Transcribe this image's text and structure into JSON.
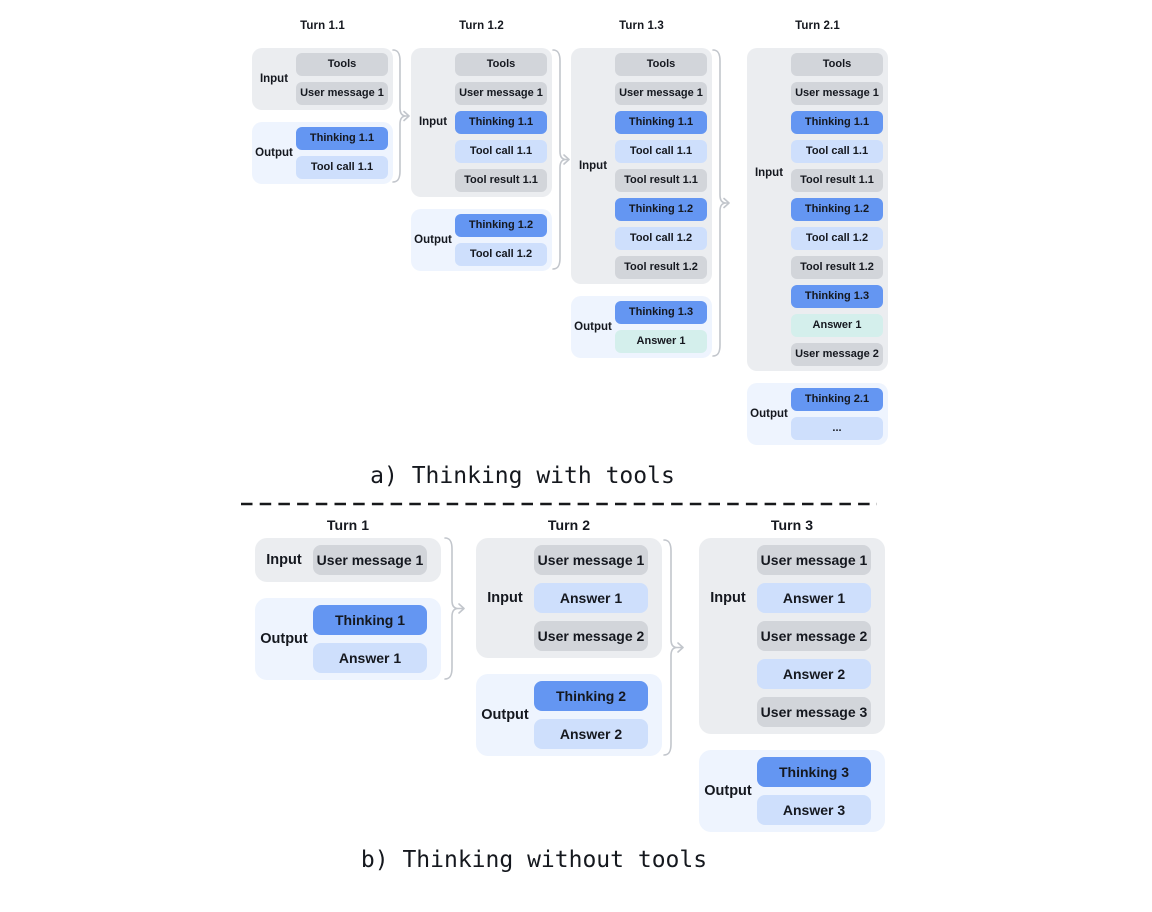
{
  "labels": {
    "input": "Input",
    "output": "Output"
  },
  "palette": {
    "input_container": "#EBEDF0",
    "output_container": "#EEF4FE",
    "gray": "#D2D5DA",
    "blue": "#6496F2",
    "lightblue": "#CEDFFC",
    "mint": "#D4EFEC",
    "text": "#15181F",
    "connector": "#C2C6CC",
    "divider": "#17181A"
  },
  "section_a": {
    "caption": "a) Thinking with tools",
    "turns": [
      {
        "title": "Turn 1.1",
        "input": [
          {
            "t": "Tools",
            "c": "gray"
          },
          {
            "t": "User message 1",
            "c": "gray"
          }
        ],
        "output": [
          {
            "t": "Thinking 1.1",
            "c": "blue"
          },
          {
            "t": "Tool call 1.1",
            "c": "lightblue"
          }
        ]
      },
      {
        "title": "Turn 1.2",
        "input": [
          {
            "t": "Tools",
            "c": "gray"
          },
          {
            "t": "User message 1",
            "c": "gray"
          },
          {
            "t": "Thinking 1.1",
            "c": "blue"
          },
          {
            "t": "Tool call 1.1",
            "c": "lightblue"
          },
          {
            "t": "Tool result 1.1",
            "c": "gray"
          }
        ],
        "output": [
          {
            "t": "Thinking 1.2",
            "c": "blue"
          },
          {
            "t": "Tool call 1.2",
            "c": "lightblue"
          }
        ]
      },
      {
        "title": "Turn 1.3",
        "input": [
          {
            "t": "Tools",
            "c": "gray"
          },
          {
            "t": "User message 1",
            "c": "gray"
          },
          {
            "t": "Thinking 1.1",
            "c": "blue"
          },
          {
            "t": "Tool call 1.1",
            "c": "lightblue"
          },
          {
            "t": "Tool result 1.1",
            "c": "gray"
          },
          {
            "t": "Thinking 1.2",
            "c": "blue"
          },
          {
            "t": "Tool call 1.2",
            "c": "lightblue"
          },
          {
            "t": "Tool result 1.2",
            "c": "gray"
          }
        ],
        "output": [
          {
            "t": "Thinking 1.3",
            "c": "blue"
          },
          {
            "t": "Answer 1",
            "c": "mint"
          }
        ]
      },
      {
        "title": "Turn 2.1",
        "input": [
          {
            "t": "Tools",
            "c": "gray"
          },
          {
            "t": "User message 1",
            "c": "gray"
          },
          {
            "t": "Thinking 1.1",
            "c": "blue"
          },
          {
            "t": "Tool call 1.1",
            "c": "lightblue"
          },
          {
            "t": "Tool result 1.1",
            "c": "gray"
          },
          {
            "t": "Thinking 1.2",
            "c": "blue"
          },
          {
            "t": "Tool call 1.2",
            "c": "lightblue"
          },
          {
            "t": "Tool result 1.2",
            "c": "gray"
          },
          {
            "t": "Thinking 1.3",
            "c": "blue"
          },
          {
            "t": "Answer 1",
            "c": "mint"
          },
          {
            "t": "User message 2",
            "c": "gray"
          }
        ],
        "output": [
          {
            "t": "Thinking 2.1",
            "c": "blue"
          },
          {
            "t": "...",
            "c": "lightblue"
          }
        ]
      }
    ]
  },
  "section_b": {
    "caption": "b) Thinking without tools",
    "turns": [
      {
        "title": "Turn 1",
        "input": [
          {
            "t": "User message 1",
            "c": "gray"
          }
        ],
        "output": [
          {
            "t": "Thinking 1",
            "c": "blue"
          },
          {
            "t": "Answer 1",
            "c": "lightblue"
          }
        ]
      },
      {
        "title": "Turn 2",
        "input": [
          {
            "t": "User message 1",
            "c": "gray"
          },
          {
            "t": "Answer 1",
            "c": "lightblue"
          },
          {
            "t": "User message 2",
            "c": "gray"
          }
        ],
        "output": [
          {
            "t": "Thinking 2",
            "c": "blue"
          },
          {
            "t": "Answer 2",
            "c": "lightblue"
          }
        ]
      },
      {
        "title": "Turn 3",
        "input": [
          {
            "t": "User message 1",
            "c": "gray"
          },
          {
            "t": "Answer 1",
            "c": "lightblue"
          },
          {
            "t": "User message 2",
            "c": "gray"
          },
          {
            "t": "Answer 2",
            "c": "lightblue"
          },
          {
            "t": "User message 3",
            "c": "gray"
          }
        ],
        "output": [
          {
            "t": "Thinking 3",
            "c": "blue"
          },
          {
            "t": "Answer 3",
            "c": "lightblue"
          }
        ]
      }
    ]
  }
}
